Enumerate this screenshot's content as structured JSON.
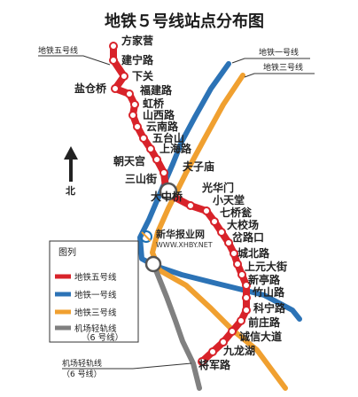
{
  "title": "地铁５号线站点分布图",
  "colors": {
    "line5": "#d8232a",
    "line1": "#2c73b6",
    "line3": "#f0a030",
    "airport": "#808080",
    "station_fill": "#ffffff"
  },
  "callouts": {
    "line5": "地铁五号线",
    "line1": "地铁一号线",
    "line3": "地铁三号线",
    "airport_line1": "机场轻轨线",
    "airport_line2": "（6 号线）"
  },
  "stations": [
    "方家营",
    "建宁路",
    "下关",
    "盐仓桥",
    "福建路",
    "虹桥",
    "山西路",
    "云南路",
    "五台山",
    "上海路",
    "朝天宫",
    "三山街",
    "夫子庙",
    "大中桥",
    "光华门",
    "小天堂",
    "七桥瓮",
    "大校场",
    "岔路口",
    "城北路",
    "上元大街",
    "新亭路",
    "竹山路",
    "科宁路",
    "前庄路",
    "诚信大道",
    "九龙湖",
    "将军路"
  ],
  "north_label": "北",
  "legend": {
    "title": "图列",
    "items": [
      {
        "label": "地铁五号线",
        "color": "#d8232a"
      },
      {
        "label": "地铁一号线",
        "color": "#2c73b6"
      },
      {
        "label": "地铁三号线",
        "color": "#f0a030"
      },
      {
        "label": "机场轻轨线",
        "color": "#808080"
      }
    ],
    "airport_note": "（6 号线）"
  },
  "watermark": {
    "name": "新华报业网",
    "url": "WWW.XHBY.NET"
  }
}
